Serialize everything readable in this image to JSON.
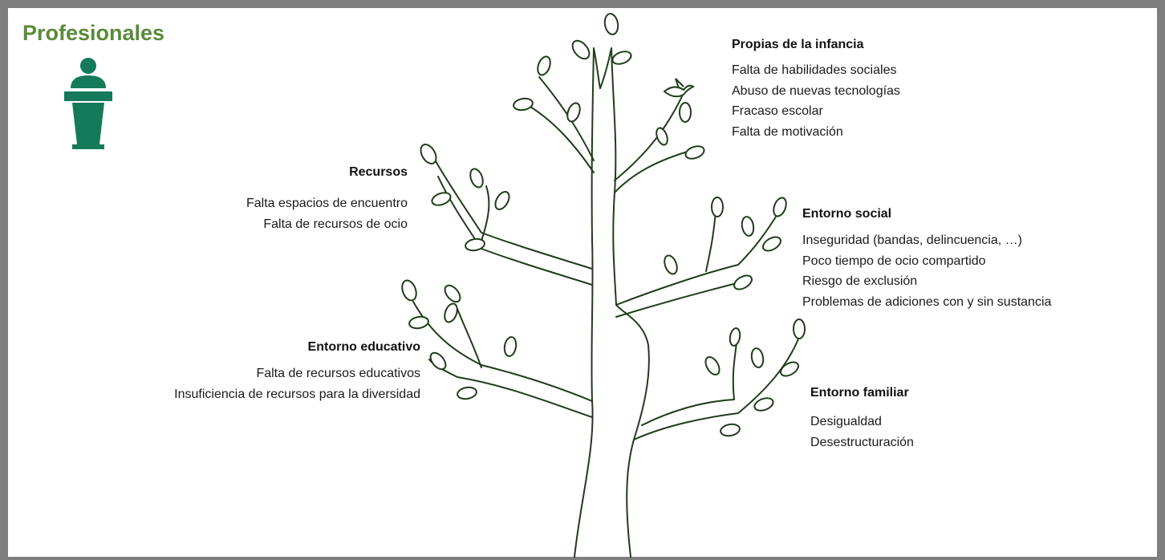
{
  "title": "Profesionales",
  "colors": {
    "title": "#5a8a3a",
    "icon": "#157a5a",
    "tree_stroke": "#1f3d1a",
    "frame": "#7f7f7f"
  },
  "icons": {
    "speaker": "podium-speaker-icon"
  },
  "groups": {
    "infancia": {
      "heading": "Propias de la infancia",
      "items": [
        "Falta de habilidades sociales",
        "Abuso de nuevas tecnologías",
        "Fracaso escolar",
        "Falta de motivación"
      ]
    },
    "recursos": {
      "heading": "Recursos",
      "items": [
        "Falta espacios de encuentro",
        "Falta de recursos de ocio"
      ]
    },
    "social": {
      "heading": "Entorno social",
      "items": [
        "Inseguridad (bandas, delincuencia, …)",
        "Poco tiempo de ocio compartido",
        "Riesgo de exclusión",
        "Problemas de adiciones con y sin sustancia"
      ]
    },
    "educativo": {
      "heading": "Entorno educativo",
      "items": [
        "Falta de recursos educativos",
        "Insuficiencia de recursos para la diversidad"
      ]
    },
    "familiar": {
      "heading": "Entorno familiar",
      "items": [
        "Desigualdad",
        "Desestructuración"
      ]
    }
  }
}
